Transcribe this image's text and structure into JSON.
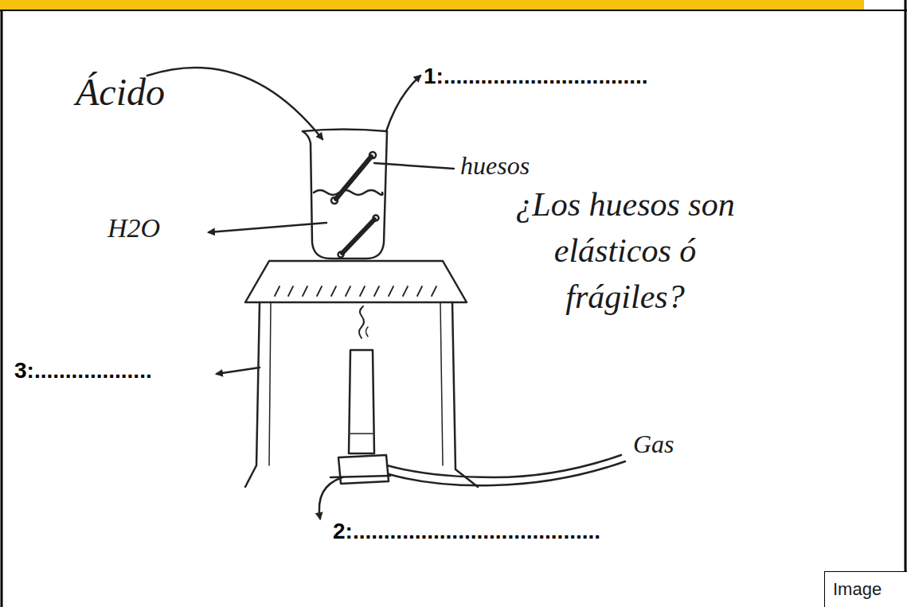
{
  "diagram": {
    "labels": [
      "Ácido",
      "1:.................................",
      "huesos",
      "H2O",
      "¿Los huesos son elásticos ó frágiles?",
      "3:...................",
      "Gas",
      "2:........................................",
      "Image"
    ]
  }
}
